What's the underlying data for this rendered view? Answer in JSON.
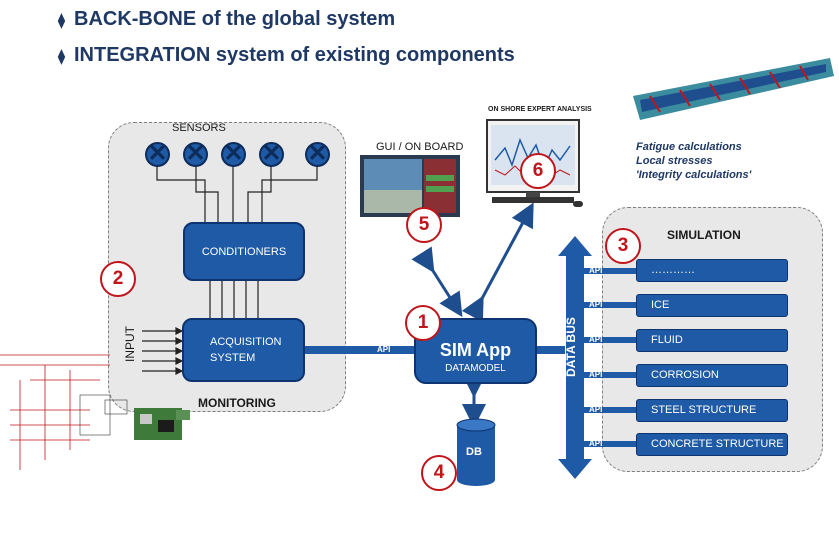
{
  "bullets": [
    "BACK-BONE of the global system",
    "INTEGRATION system of existing components"
  ],
  "monitoring": {
    "sensors_label": "SENSORS",
    "conditioners": "CONDITIONERS",
    "acquisition_line1": "ACQUISITION",
    "acquisition_line2": "SYSTEM",
    "input_label": "INPUT",
    "panel_label": "MONITORING"
  },
  "gui_label": "GUI / ON BOARD",
  "onshore_label": "ON SHORE EXPERT ANALYSIS",
  "analysis_notes": [
    "Fatigue calculations",
    "Local stresses",
    "'Integrity calculations'"
  ],
  "sim_app": {
    "title": "SIM App",
    "subtitle": "DATAMODEL"
  },
  "api_label": "API",
  "db_label": "DB",
  "data_bus_label": "DATA BUS",
  "simulation": {
    "title": "SIMULATION",
    "modules": [
      "…………",
      "ICE",
      "FLUID",
      "CORROSION",
      "STEEL STRUCTURE",
      "CONCRETE STRUCTURE"
    ]
  },
  "markers": [
    "1",
    "2",
    "3",
    "4",
    "5",
    "6"
  ],
  "colors": {
    "box_blue": "#1f5aa6",
    "marker_red": "#c0161b",
    "heading_navy": "#1f3864"
  }
}
